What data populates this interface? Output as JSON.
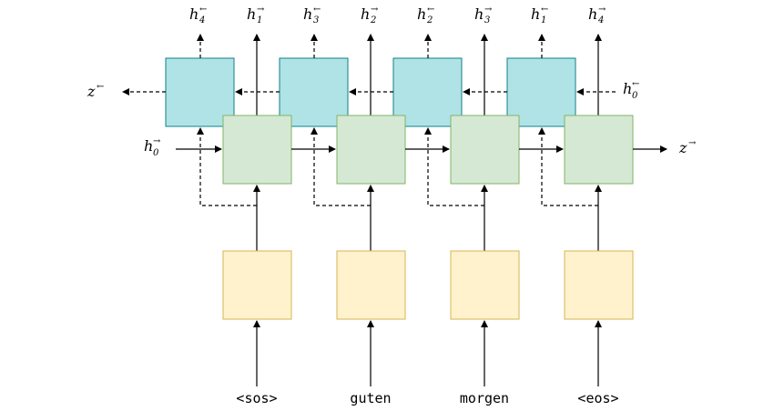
{
  "tokens": [
    "<sos>",
    "guten",
    "morgen",
    "<eos>"
  ],
  "top_labels": [
    {
      "base": "h",
      "sub": "4",
      "dir": "←"
    },
    {
      "base": "h",
      "sub": "1",
      "dir": "→"
    },
    {
      "base": "h",
      "sub": "3",
      "dir": "←"
    },
    {
      "base": "h",
      "sub": "2",
      "dir": "→"
    },
    {
      "base": "h",
      "sub": "2",
      "dir": "←"
    },
    {
      "base": "h",
      "sub": "3",
      "dir": "→"
    },
    {
      "base": "h",
      "sub": "1",
      "dir": "←"
    },
    {
      "base": "h",
      "sub": "4",
      "dir": "→"
    }
  ],
  "z_backward": {
    "base": "z",
    "dir": "←"
  },
  "z_forward": {
    "base": "z",
    "dir": "→"
  },
  "h0_forward": {
    "base": "h",
    "sub": "0",
    "dir": "→"
  },
  "h0_backward": {
    "base": "h",
    "sub": "0",
    "dir": "←"
  },
  "colors": {
    "backward_rnn_fill": "#b0e3e6",
    "forward_rnn_fill": "#d5e8d4",
    "embedding_fill": "#fff2cc"
  }
}
